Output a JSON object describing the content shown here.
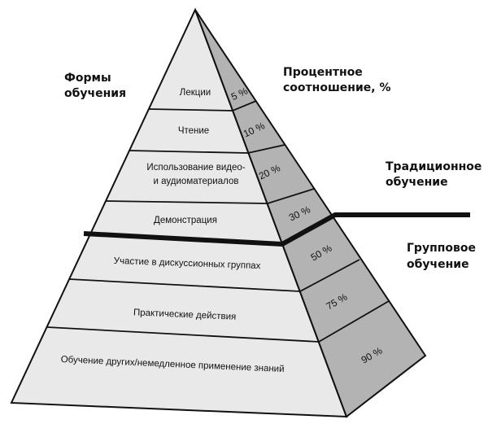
{
  "headings": {
    "forms": [
      "Формы",
      "обучения"
    ],
    "percent": [
      "Процентное",
      "соотношение, %"
    ],
    "traditional": [
      "Традиционное",
      "обучение"
    ],
    "group": [
      "Групповое",
      "обучение"
    ]
  },
  "levels": [
    {
      "label": [
        "Лекции"
      ],
      "percent": "5 %"
    },
    {
      "label": [
        "Чтение"
      ],
      "percent": "10 %"
    },
    {
      "label": [
        "Использование видео-",
        "и аудиоматериалов"
      ],
      "percent": "20 %"
    },
    {
      "label": [
        "Демонстрация"
      ],
      "percent": "30 %"
    },
    {
      "label": [
        "Участие в дискуссионных группах"
      ],
      "percent": "50 %"
    },
    {
      "label": [
        "Практические действия"
      ],
      "percent": "75 %"
    },
    {
      "label": [
        "Обучение других/немедленное применение знаний"
      ],
      "percent": "90 %"
    }
  ],
  "colors": {
    "front": "#e9e9e9",
    "side": "#b3b3b3",
    "line": "#111111"
  }
}
